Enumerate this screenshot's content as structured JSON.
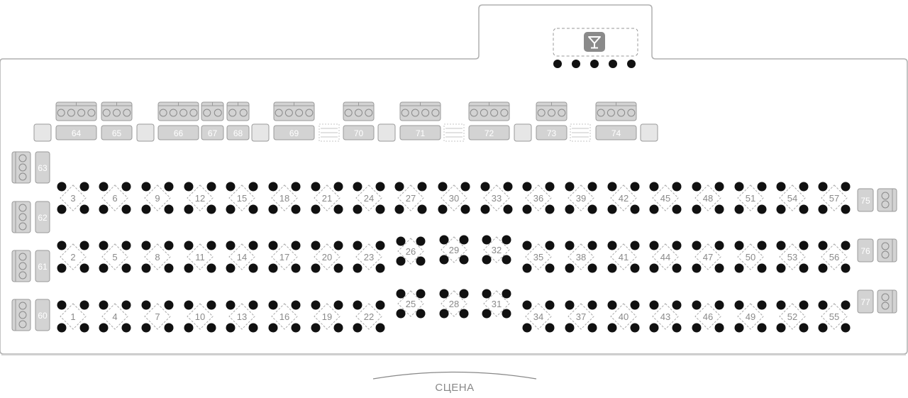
{
  "stage_label": "СЦЕНА",
  "bar": {
    "icon": "cocktail-glass-icon"
  },
  "colors": {
    "seat": "#111111",
    "table_outline": "#aaaaaa",
    "table_number": "#8a8a8a",
    "booth_fill": "#d3d3d3",
    "booth_stroke": "#9a9a9a",
    "booth_number": "#ffffff",
    "hall_outline": "#b0b0b0",
    "bar_icon_bg": "#8a8a8a"
  },
  "tables_rows": {
    "top": [
      "3",
      "6",
      "9",
      "12",
      "15",
      "18",
      "21",
      "24",
      "27",
      "30",
      "33",
      "36",
      "39",
      "42",
      "45",
      "48",
      "51",
      "54",
      "57"
    ],
    "middle": [
      "2",
      "5",
      "8",
      "11",
      "14",
      "17",
      "20",
      "23",
      "26",
      "29",
      "32",
      "35",
      "38",
      "41",
      "44",
      "47",
      "50",
      "53",
      "56"
    ],
    "bottom": [
      "1",
      "4",
      "7",
      "10",
      "13",
      "16",
      "19",
      "22",
      "25",
      "28",
      "31",
      "34",
      "37",
      "40",
      "43",
      "46",
      "49",
      "52",
      "55"
    ]
  },
  "booths_top": [
    "64",
    "65",
    "66",
    "67",
    "68",
    "69",
    "70",
    "71",
    "72",
    "73",
    "74"
  ],
  "booths_left": [
    "63",
    "62",
    "61",
    "60"
  ],
  "booths_right": [
    "75",
    "76",
    "77"
  ]
}
